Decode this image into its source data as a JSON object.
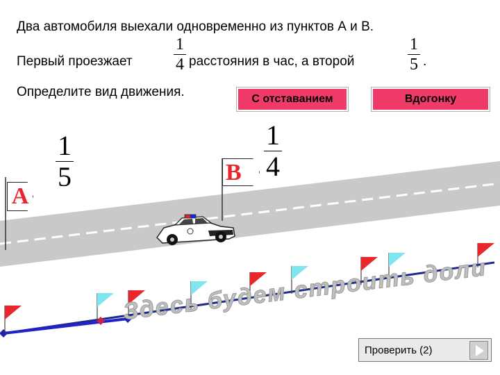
{
  "problem": {
    "line1": "Два автомобиля выехали одновременно из пунктов А и В.",
    "line2_a": "Первый проезжает",
    "line2_b": "расстояния в час, а второй",
    "line2_c": ".",
    "line3": "Определите вид движения.",
    "frac1": {
      "num": "1",
      "den": "4"
    },
    "frac2": {
      "num": "1",
      "den": "5"
    }
  },
  "buttons": {
    "lag": "С отставанием",
    "catchup": "Вдогонку",
    "check": "Проверить (2)"
  },
  "scene": {
    "point_a": "A",
    "point_b": "B",
    "frac_a": {
      "num": "1",
      "den": "5"
    },
    "frac_b": {
      "num": "1",
      "den": "4"
    },
    "hint": "Здесь будем строить доли"
  },
  "colors": {
    "button_pink": "#f03a6a",
    "flag_red": "#e8262b",
    "flag_cyan": "#7fe6f0",
    "road": "#c9c9c9",
    "number_line": "#1b2a8c"
  }
}
